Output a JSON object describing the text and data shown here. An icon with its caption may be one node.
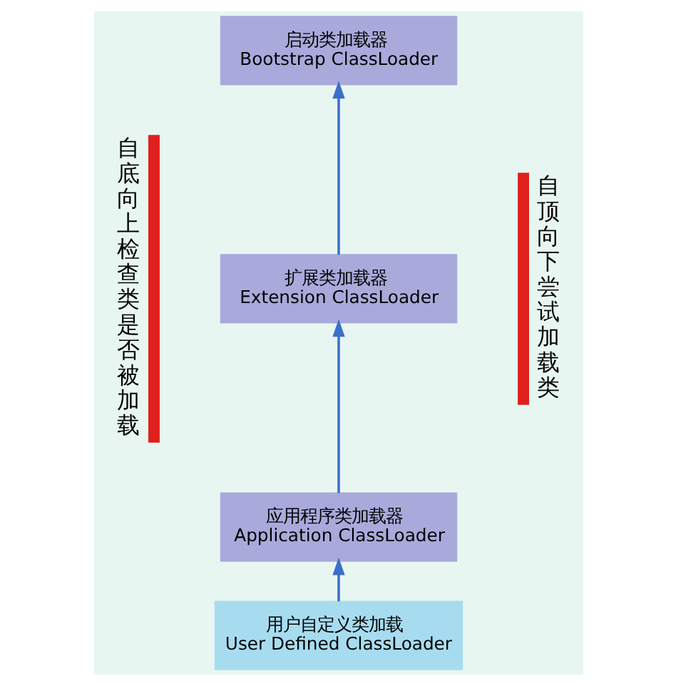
{
  "diagram": {
    "nodes": [
      {
        "text": [
          "启动类加载器",
          "Bootstrap ClassLoader"
        ]
      },
      {
        "text": [
          "扩展类加载器",
          "Extension ClassLoader"
        ]
      },
      {
        "text": [
          "应用程序类加载器",
          "Application ClassLoader"
        ]
      },
      {
        "text": [
          "用户自定义类加载",
          "User Defined ClassLoader"
        ]
      }
    ],
    "edges": [
      {
        "from": 3,
        "to": 2,
        "arrow": "to"
      },
      {
        "from": 2,
        "to": 1,
        "arrow": "to"
      },
      {
        "from": 1,
        "to": 0,
        "arrow": "to"
      }
    ],
    "labels": [
      "自底向上检查类是否被加载",
      "自顶向下尝试加载类"
    ]
  }
}
